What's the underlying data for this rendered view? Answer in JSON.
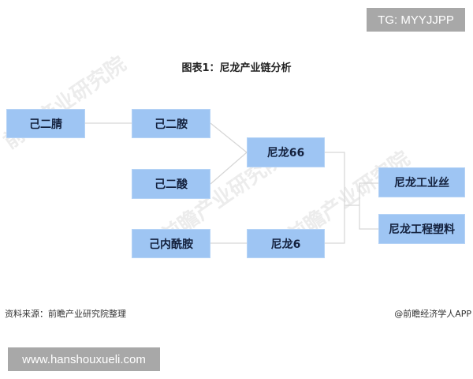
{
  "badges": {
    "top_right": "TG: MYYJJPP",
    "bottom_left": "www.hanshouxueli.com"
  },
  "diagram": {
    "title": "图表1：尼龙产业链分析",
    "nodes": {
      "adiponitrile": "己二腈",
      "hexamethylenediamine": "己二胺",
      "adipic_acid": "己二酸",
      "caprolactam": "己内酰胺",
      "nylon66": "尼龙66",
      "nylon6": "尼龙6",
      "nylon_industrial_yarn": "尼龙工业丝",
      "nylon_engineering_plastic": "尼龙工程塑料"
    },
    "edges": [
      [
        "己二腈",
        "己二胺"
      ],
      [
        "己二胺",
        "尼龙66"
      ],
      [
        "己二酸",
        "尼龙66"
      ],
      [
        "己内酰胺",
        "尼龙6"
      ],
      [
        "尼龙66",
        "尼龙工业丝"
      ],
      [
        "尼龙66",
        "尼龙工程塑料"
      ],
      [
        "尼龙6",
        "尼龙工业丝"
      ],
      [
        "尼龙6",
        "尼龙工程塑料"
      ]
    ],
    "node_color": "#9ec5f3",
    "line_color": "#d9d9d9"
  },
  "footer": {
    "source": "资料来源：前瞻产业研究院整理",
    "credit": "@前瞻经济学人APP"
  },
  "watermark": "前瞻产业研究院"
}
